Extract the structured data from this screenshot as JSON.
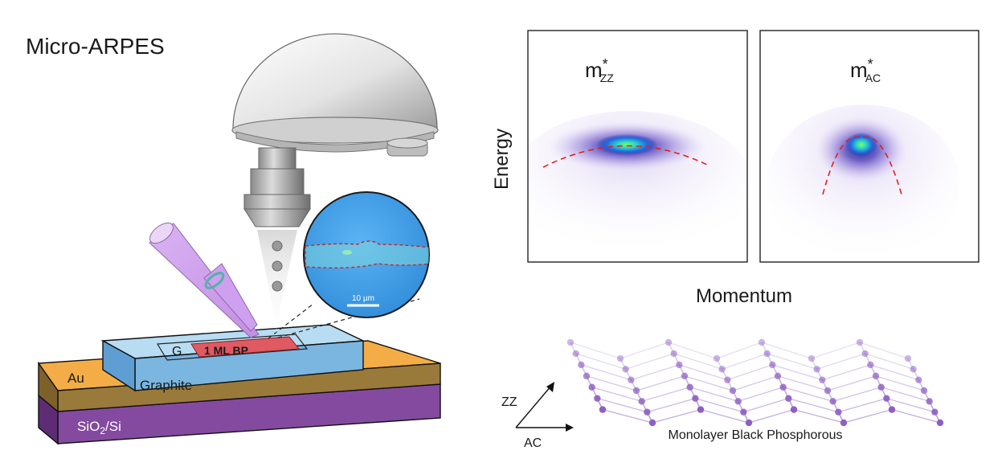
{
  "title": "Micro-ARPES",
  "inset": {
    "scale_bar": "10 µm"
  },
  "device": {
    "sample_label": "1 ML BP",
    "gate_label": "G",
    "graphite_label": "Graphite",
    "electrode_label": "Au",
    "substrate_label_main": "SiO",
    "substrate_label_sub": "2",
    "substrate_label_tail": "/Si"
  },
  "arpes": {
    "y_axis_label": "Energy",
    "x_axis_label": "Momentum",
    "panel_left": {
      "label_main": "m",
      "label_sup": "*",
      "label_sub": "ZZ"
    },
    "panel_right": {
      "label_main": "m",
      "label_sup": "*",
      "label_sub": "AC"
    }
  },
  "lattice": {
    "caption": "Monolayer Black Phosphorous",
    "axis_zz": "ZZ",
    "axis_ac": "AC"
  },
  "colors": {
    "au": "#f4ad46",
    "graphite_top": "#b8dcf2",
    "graphite_front": "#7ab6e0",
    "substrate": "#7a3f93",
    "sample": "#e05a62",
    "inset": "#3d9ee6",
    "atom": "#8d5fc3",
    "fit_line": "#e02020"
  }
}
